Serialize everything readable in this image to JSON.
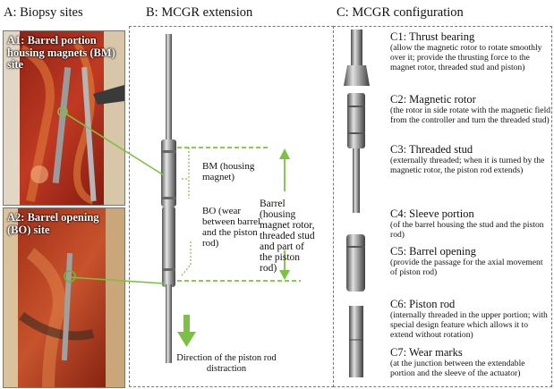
{
  "panel_a": {
    "title": "A: Biopsy sites",
    "a1_label": "A1: Barrel portion housing magnets (BM) site",
    "a2_label": "A2: Barrel opening (BO) site"
  },
  "panel_b": {
    "title": "B: MCGR extension",
    "bm_label": "BM (housing magnet)",
    "bo_label": "BO (wear between barrel and the piston rod)",
    "barrel_label": "Barrel (housing magnet rotor, threaded stud and part of the piston rod)",
    "direction_label": "Direction of the piston rod distraction"
  },
  "panel_c": {
    "title": "C: MCGR configuration",
    "items": [
      {
        "title": "C1: Thrust bearing",
        "desc": "(allow the magnetic rotor to rotate smoothly over it; provide the thrusting force to the magnet rotor, threaded stud and piston)"
      },
      {
        "title": "C2: Magnetic rotor",
        "desc": "(the rotor in side rotate with the magnetic field from the controller and turn the threaded stud)"
      },
      {
        "title": "C3: Threaded stud",
        "desc": "(externally threaded; when it is turned by the magnetic rotor, the piston rod extends)"
      },
      {
        "title": "C4: Sleeve portion",
        "desc": "(of the barrel housing the stud and the piston rod)"
      },
      {
        "title": "C5: Barrel opening",
        "desc": "(provide the passage for the axial movement of piston rod)"
      },
      {
        "title": "C6: Piston rod",
        "desc": "(internally threaded in the upper portion; with special design feature which allows it to extend without rotation)"
      },
      {
        "title": "C7: Wear marks",
        "desc": "(at the junction between the extendable portion and the sleeve of the actuator)"
      }
    ]
  },
  "colors": {
    "accent_green": "#7cc143",
    "tissue_red": "#b8311f",
    "metal": "#9a9a9a"
  }
}
